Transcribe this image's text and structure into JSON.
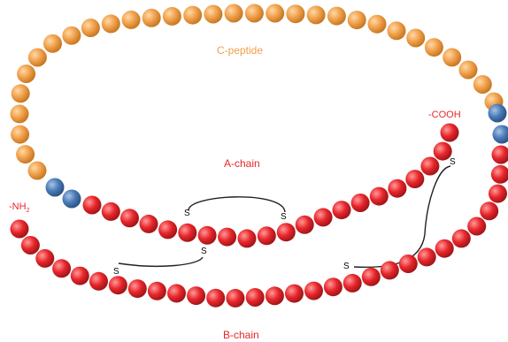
{
  "labels": {
    "c_peptide": "C-peptide",
    "a_chain": "A-chain",
    "b_chain": "B-chain",
    "nh2_prefix": "-NH",
    "nh2_subscript": "2",
    "cooh": "-COOH",
    "sulfur": "S"
  },
  "colors": {
    "c_peptide": "#f0a04b",
    "junction": "#4a7bb7",
    "chain": "#e8262b",
    "bridge": "#222222",
    "c_peptide_label": "#f0a04b",
    "chain_label": "#e8262b"
  },
  "residue_counts": {
    "c_peptide": 31,
    "junction": 2,
    "a_chain": 21,
    "b_chain": 30
  },
  "disulfide_bonds": [
    {
      "from": "a_chain",
      "to": "a_chain",
      "label_from": "S",
      "label_to": "S"
    },
    {
      "from": "a_chain",
      "to": "b_chain",
      "label_from": "S",
      "label_to": "S"
    },
    {
      "from": "a_chain",
      "to": "b_chain",
      "label_from": "S",
      "label_to": "S"
    }
  ]
}
